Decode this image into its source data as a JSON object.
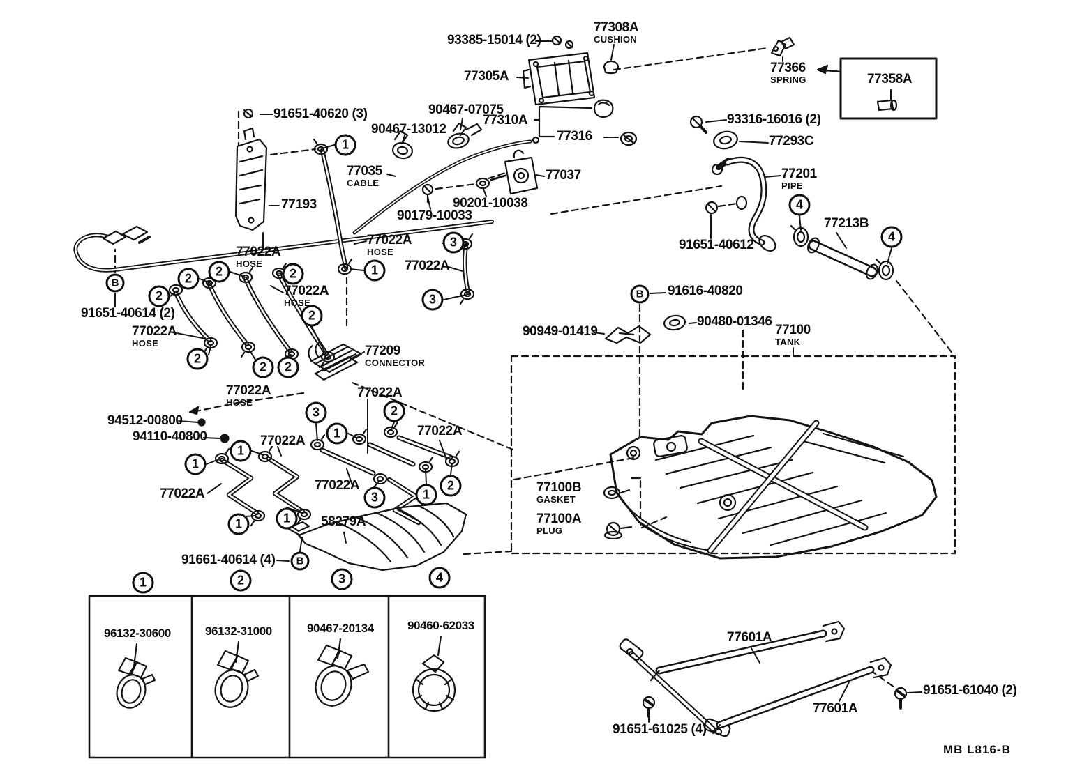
{
  "doc": {
    "type": "parts-diagram",
    "subject": "Fuel tank and tube",
    "plate_code": "MB  L816-B"
  },
  "callouts": {
    "c1": "1",
    "c2": "2",
    "c3": "3",
    "c4": "4",
    "cB": "B"
  },
  "labels": {
    "p93385": {
      "text": "93385-15014 (2)"
    },
    "p77308A": {
      "text": "77308A",
      "sub": "CUSHION"
    },
    "p77305A": {
      "text": "77305A"
    },
    "p77366": {
      "text": "77366",
      "sub": "SPRING"
    },
    "p77358A": {
      "text": "77358A"
    },
    "p91651_40620": {
      "text": "91651-40620 (3)"
    },
    "p90467_13012": {
      "text": "90467-13012"
    },
    "p90467_07075": {
      "text": "90467-07075"
    },
    "p77310A": {
      "text": "77310A"
    },
    "p77316": {
      "text": "77316"
    },
    "p93316": {
      "text": "93316-16016 (2)"
    },
    "p77293C": {
      "text": "77293C"
    },
    "p77201": {
      "text": "77201",
      "sub": "PIPE"
    },
    "p77035": {
      "text": "77035",
      "sub": "CABLE"
    },
    "p77193": {
      "text": "77193"
    },
    "p90179": {
      "text": "90179-10033"
    },
    "p90201": {
      "text": "90201-10038"
    },
    "p77037": {
      "text": "77037"
    },
    "p91651_40612": {
      "text": "91651-40612"
    },
    "p77213B": {
      "text": "77213B"
    },
    "p91616": {
      "text": "91616-40820"
    },
    "p90949": {
      "text": "90949-01419"
    },
    "p90480": {
      "text": "90480-01346"
    },
    "p77100": {
      "text": "77100",
      "sub": "TANK"
    },
    "p91651_40614": {
      "text": "91651-40614 (2)"
    },
    "hoseA": {
      "text": "77022A",
      "sub": "HOSE"
    },
    "hoseB": {
      "text": "77022A",
      "sub": "HOSE"
    },
    "hoseC": {
      "text": "77022A",
      "sub": "HOSE"
    },
    "hoseD": {
      "text": "77022A",
      "sub": "HOSE"
    },
    "hoseE": {
      "text": "77022A",
      "sub": "HOSE"
    },
    "hoseF": {
      "text": "77022A"
    },
    "hoseG": {
      "text": "77022A"
    },
    "hoseH": {
      "text": "77022A"
    },
    "hoseI": {
      "text": "77022A"
    },
    "hoseJ": {
      "text": "77022A"
    },
    "hoseK": {
      "text": "77022A"
    },
    "p77209": {
      "text": "77209",
      "sub": "CONNECTOR"
    },
    "p94512": {
      "text": "94512-00800"
    },
    "p94110": {
      "text": "94110-40800"
    },
    "p58279A": {
      "text": "58279A"
    },
    "p91661": {
      "text": "91661-40614 (4)"
    },
    "p77100B": {
      "text": "77100B",
      "sub": "GASKET"
    },
    "p77100A": {
      "text": "77100A",
      "sub": "PLUG"
    },
    "p77601A_a": {
      "text": "77601A"
    },
    "p77601A_b": {
      "text": "77601A"
    },
    "p91651_61025": {
      "text": "91651-61025 (4)"
    },
    "p91651_61040": {
      "text": "91651-61040 (2)"
    }
  },
  "legend": {
    "cells": [
      {
        "num": "1",
        "part": "96132-30600"
      },
      {
        "num": "2",
        "part": "96132-31000"
      },
      {
        "num": "3",
        "part": "90467-20134"
      },
      {
        "num": "4",
        "part": "90460-62033"
      }
    ]
  }
}
